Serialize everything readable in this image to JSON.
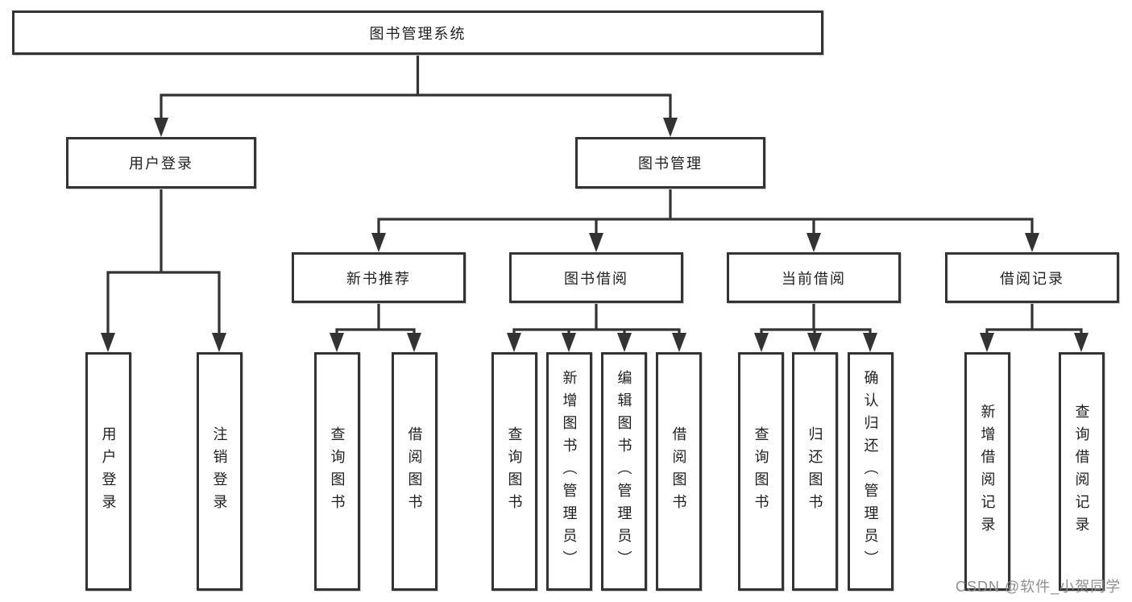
{
  "diagram": {
    "root": {
      "label": "图书管理系统"
    },
    "children": [
      {
        "label": "用户登录",
        "children": [
          {
            "label": "用户登录"
          },
          {
            "label": "注销登录"
          }
        ]
      },
      {
        "label": "图书管理",
        "children": [
          {
            "label": "新书推荐",
            "children": [
              {
                "label": "查询图书"
              },
              {
                "label": "借阅图书"
              }
            ]
          },
          {
            "label": "图书借阅",
            "children": [
              {
                "label": "查询图书"
              },
              {
                "label": "新增图书（管理员）"
              },
              {
                "label": "编辑图书（管理员）"
              },
              {
                "label": "借阅图书"
              }
            ]
          },
          {
            "label": "当前借阅",
            "children": [
              {
                "label": "查询图书"
              },
              {
                "label": "归还图书"
              },
              {
                "label": "确认归还（管理员）"
              }
            ]
          },
          {
            "label": "借阅记录",
            "children": [
              {
                "label": "新增借阅记录"
              },
              {
                "label": "查询借阅记录"
              }
            ]
          }
        ]
      }
    ]
  },
  "watermark": {
    "text": "CSDN @软件_小贺同学"
  },
  "colors": {
    "background": "#ffffff",
    "line": "#333333",
    "box_border": "#333333",
    "text": "#1f1f1f",
    "watermark": "#8f8f8f"
  }
}
